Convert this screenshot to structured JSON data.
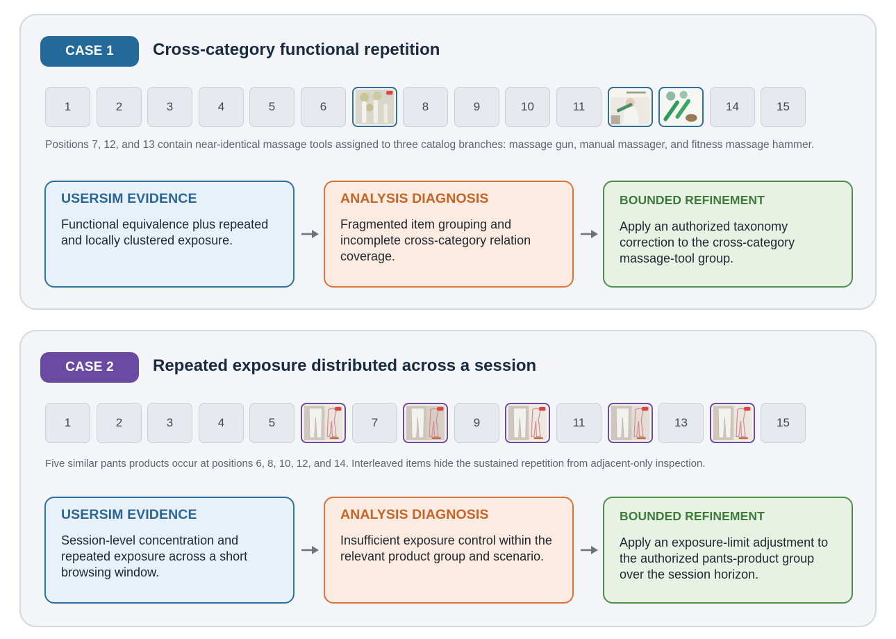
{
  "cases": [
    {
      "badge": "CASE 1",
      "title": "Cross-category functional repetition",
      "positions": [
        "1",
        "2",
        "3",
        "4",
        "5",
        "6",
        "",
        "8",
        "9",
        "10",
        "11",
        "",
        "",
        "14",
        "15"
      ],
      "highlight_positions": [
        7,
        12,
        13
      ],
      "note": "Positions 7, 12, and 13 contain near-identical massage tools assigned to three catalog branches: massage gun, manual massager, and fitness massage hammer.",
      "evidence": {
        "head": "USERSIM EVIDENCE",
        "body": "Functional equivalence plus repeated and locally clustered exposure."
      },
      "diagnosis": {
        "head": "ANALYSIS DIAGNOSIS",
        "body": "Fragmented item grouping and incomplete cross-category relation coverage."
      },
      "refinement": {
        "head": "BOUNDED REFINEMENT",
        "body": "Apply an authorized taxonomy correction to the cross-category massage-tool group."
      }
    },
    {
      "badge": "CASE 2",
      "title": "Repeated exposure distributed across a session",
      "positions": [
        "1",
        "2",
        "3",
        "4",
        "5",
        "",
        "7",
        "",
        "9",
        "",
        "11",
        "",
        "13",
        "",
        "15"
      ],
      "highlight_positions": [
        6,
        8,
        10,
        12,
        14
      ],
      "note": "Five similar pants products occur at positions 6, 8, 10, 12, and 14. Interleaved items hide the sustained repetition from adjacent-only inspection.",
      "evidence": {
        "head": "USERSIM EVIDENCE",
        "body": "Session-level concentration and repeated exposure across a short browsing window."
      },
      "diagnosis": {
        "head": "ANALYSIS DIAGNOSIS",
        "body": "Insufficient exposure control within the relevant product group and scenario."
      },
      "refinement": {
        "head": "BOUNDED REFINEMENT",
        "body": "Apply an exposure-limit adjustment to the authorized pants-product group over the session horizon."
      }
    }
  ],
  "colors": {
    "case1_accent": "#236a9a",
    "case2_accent": "#6a4aa3",
    "evidence": "#2f6f9b",
    "diagnosis": "#d8743c",
    "refinement": "#4f8f4a"
  },
  "icons": {
    "arrow": "arrow-right-icon",
    "case1_items": "massage-tool-photo",
    "case2_items": "pants-product-photo"
  }
}
